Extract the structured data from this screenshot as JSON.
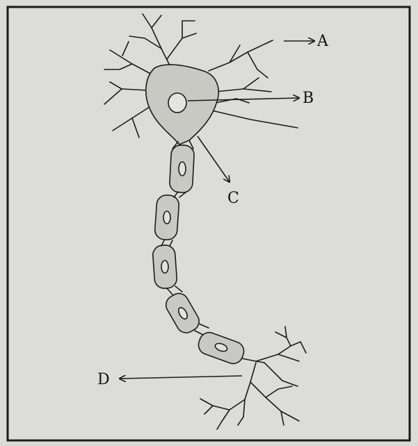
{
  "labels": {
    "a": "A",
    "b": "B",
    "c": "C",
    "d": "D"
  },
  "colors": {
    "paper": "#dcdcd8",
    "ink": "#1a1a1a",
    "cell_fill": "#c9c9c4",
    "border": "#1a1a1a"
  }
}
